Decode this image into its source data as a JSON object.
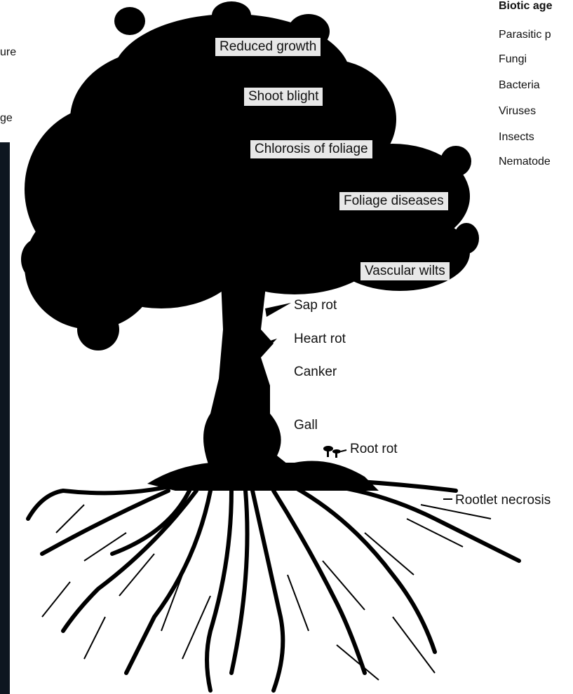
{
  "left_fragments": [
    "ure",
    "ge"
  ],
  "legend": {
    "title": "Biotic age",
    "items": [
      "Parasitic p",
      "Fungi",
      "Bacteria",
      "Viruses",
      "Insects",
      "Nematode"
    ]
  },
  "labels": {
    "reduced_growth": "Reduced growth",
    "shoot_blight": "Shoot blight",
    "chlorosis": "Chlorosis of foliage",
    "foliage_diseases": "Foliage diseases",
    "vascular_wilts": "Vascular wilts",
    "sap_rot": "Sap rot",
    "heart_rot": "Heart rot",
    "canker": "Canker",
    "gall": "Gall",
    "root_rot": "Root rot",
    "rootlet_necrosis": "Rootlet necrosis"
  },
  "colors": {
    "tree": "#000000",
    "label_box": "#e8e8e8",
    "panel": "#0d1620"
  }
}
